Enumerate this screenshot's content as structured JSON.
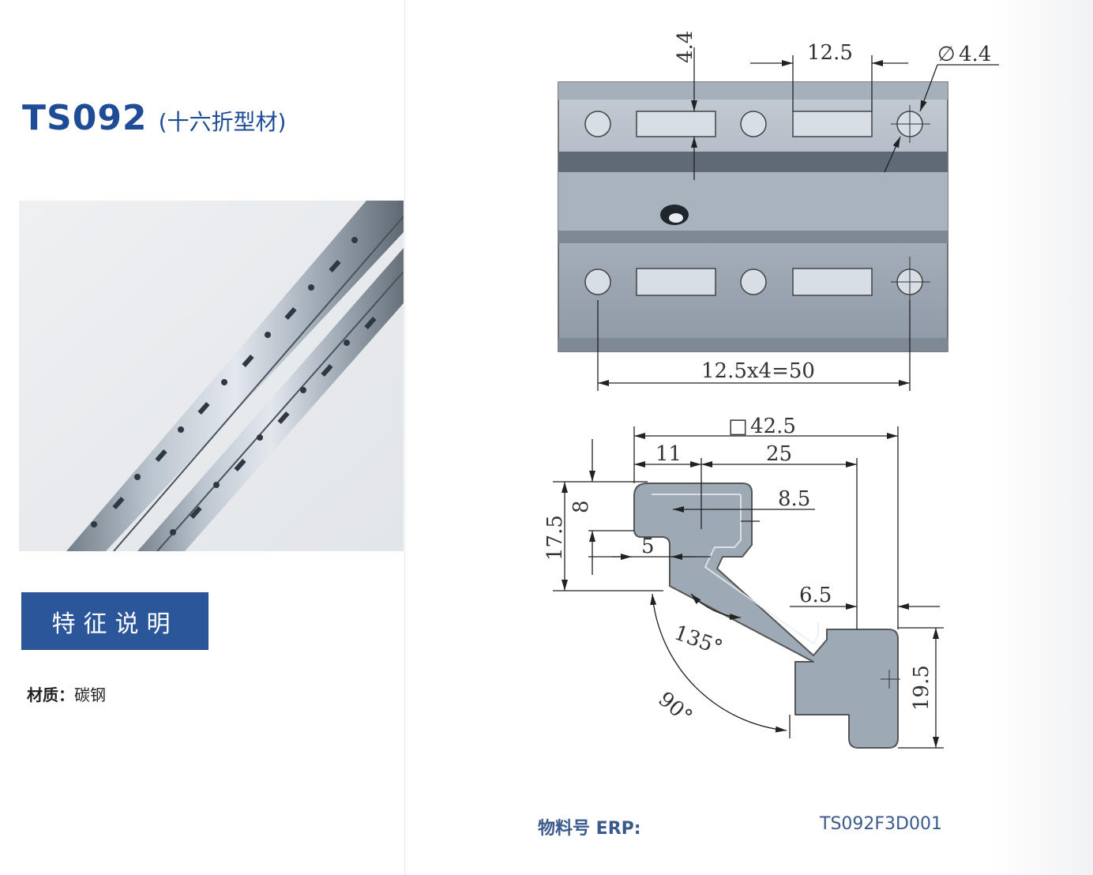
{
  "header": {
    "model": "TS092",
    "subtitle": "(十六折型材)"
  },
  "features": {
    "button_label": "特征说明"
  },
  "material": {
    "label": "材质：",
    "value": "碳钢"
  },
  "drawing": {
    "dims": {
      "d44v": "4.4",
      "d125": "12.5",
      "dia": "4.4",
      "pitch": "12.5x4=50",
      "sq": "42.5",
      "d11": "11",
      "d25": "25",
      "d85": "8.5",
      "d8": "8",
      "d175": "17.5",
      "d5": "5",
      "d65": "6.5",
      "d135": "135°",
      "d90": "90°",
      "d195": "19.5"
    }
  },
  "erp": {
    "label": "物料号 ERP:",
    "value": "TS092F3D001"
  },
  "colors": {
    "brand": "#2b579a",
    "title": "#1f4c96",
    "steel": "#9aa6b4"
  }
}
